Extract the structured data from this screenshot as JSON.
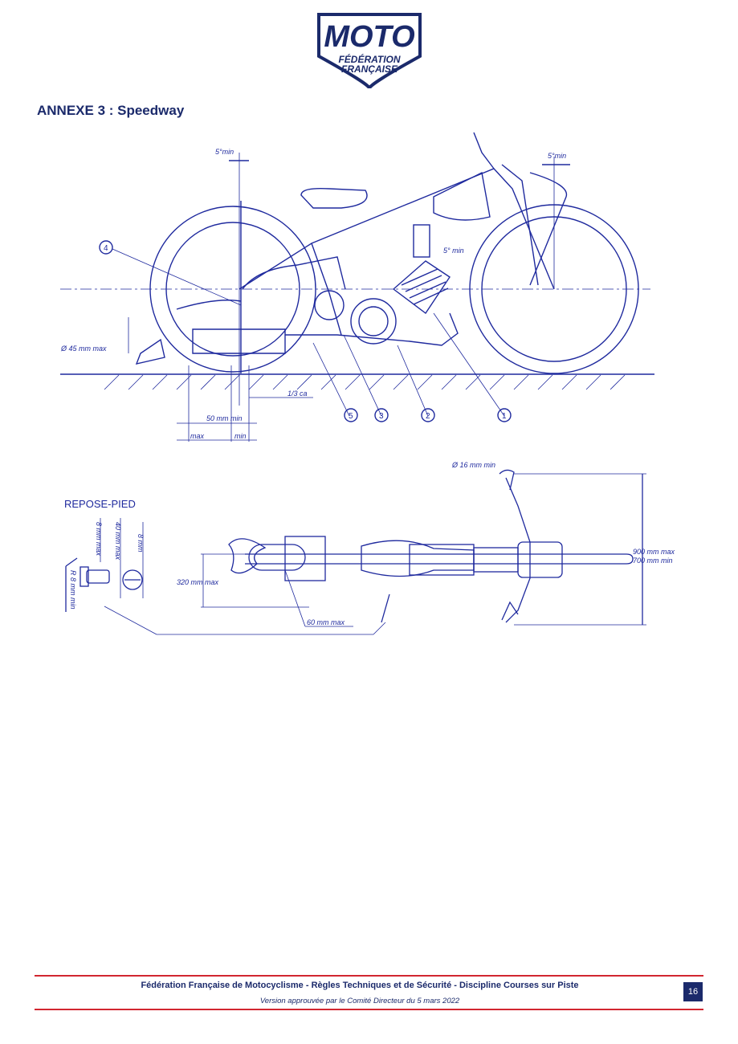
{
  "logo": {
    "word": "MOTO",
    "line1": "FÉDÉRATION",
    "line2": "FRANÇAISE"
  },
  "section_title": "ANNEXE 3 : Speedway",
  "side_view": {
    "labels": {
      "angle_rear": "5°min",
      "angle_front": "5°min",
      "angle_mid": "5° min",
      "diameter": "Ø 45 mm max",
      "ratio": "1/3 ca",
      "dim_50": "50 mm min",
      "max": "max",
      "min": "min"
    },
    "callouts": [
      "4",
      "5",
      "3",
      "2",
      "1"
    ]
  },
  "top_view": {
    "title": "REPOSE-PIED",
    "labels": {
      "dia16": "Ø 16 mm min",
      "w900": "900 mm max",
      "w700": "700 mm min",
      "d320": "320 mm max",
      "d60": "60 mm max",
      "r8": "R 8 mm min",
      "v8max": "8 mm max",
      "v40": "40 mm max",
      "v8": "8 mm"
    }
  },
  "footer": {
    "main": "Fédération Française de Motocyclisme - Règles Techniques et de Sécurité - Discipline Courses sur Piste",
    "sub": "Version approuvée par le Comité Directeur du 5 mars 2022",
    "page": "16"
  },
  "colors": {
    "navy": "#1b2a6b",
    "drawing_blue": "#1f2a9e",
    "red": "#d22630"
  }
}
